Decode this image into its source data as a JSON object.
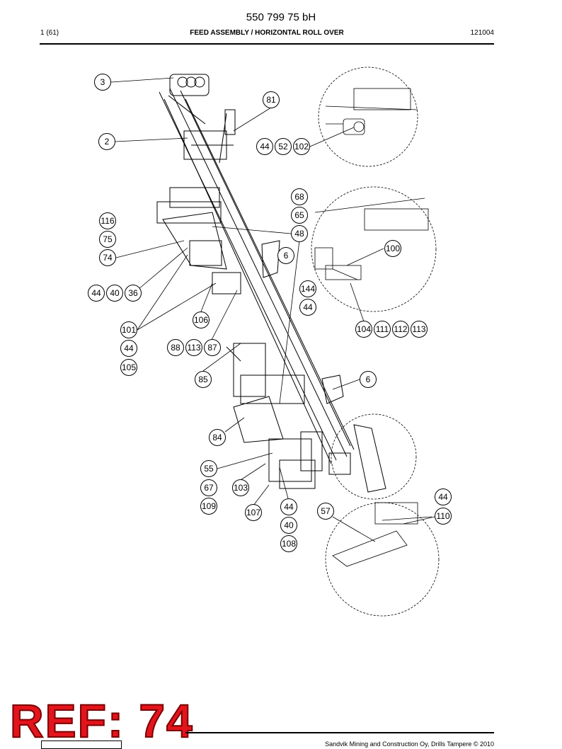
{
  "header": {
    "doc_number": "550 799 75 bH",
    "page_info": "1 (61)",
    "section_title": "FEED ASSEMBLY / HORIZONTAL ROLL OVER",
    "doc_code": "121004"
  },
  "callouts": [
    "3",
    "81",
    "2",
    "44",
    "52",
    "102",
    "68",
    "65",
    "48",
    "116",
    "75",
    "74",
    "6",
    "100",
    "144",
    "44",
    "44",
    "40",
    "36",
    "106",
    "101",
    "104",
    "111",
    "112",
    "113",
    "44",
    "88",
    "113",
    "87",
    "105",
    "85",
    "6",
    "84",
    "55",
    "67",
    "103",
    "109",
    "107",
    "44",
    "57",
    "44",
    "110",
    "40",
    "108"
  ],
  "ref_label": "REF: 74",
  "footer": {
    "copyright": "Sandvik Mining and Construction Oy, Drills Tampere © 2010"
  }
}
